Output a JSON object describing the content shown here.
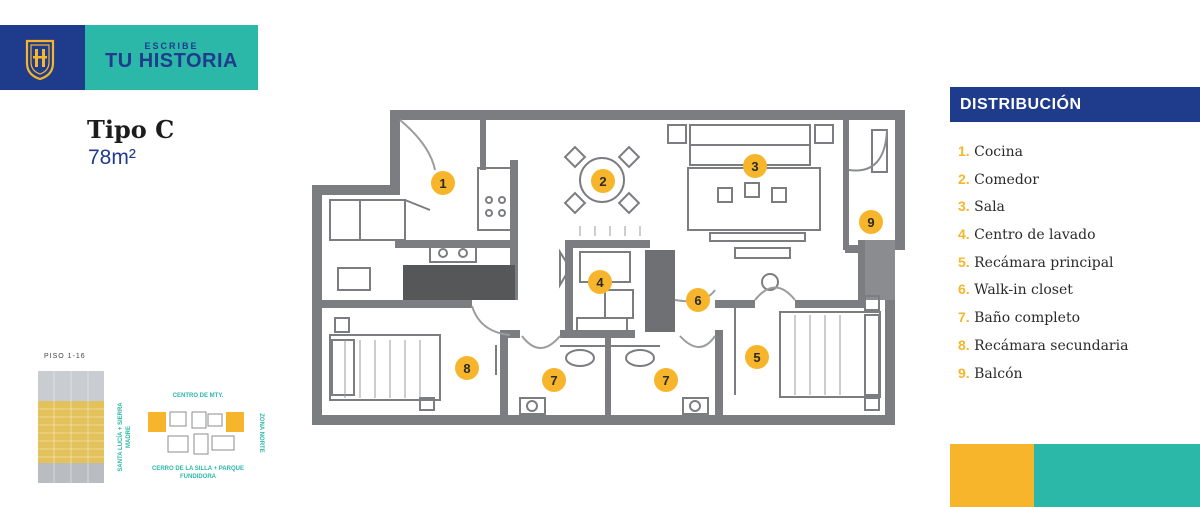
{
  "brand": {
    "small": "ESCRIBE",
    "big": "TU HISTORIA"
  },
  "unit": {
    "type": "Tipo C",
    "area": "78m²"
  },
  "distribution": {
    "title": "DISTRIBUCIÓN",
    "items": [
      {
        "num": "1.",
        "label": "Cocina"
      },
      {
        "num": "2.",
        "label": "Comedor"
      },
      {
        "num": "3.",
        "label": "Sala"
      },
      {
        "num": "4.",
        "label": "Centro de lavado"
      },
      {
        "num": "5.",
        "label": "Recámara principal"
      },
      {
        "num": "6.",
        "label": "Walk-in closet"
      },
      {
        "num": "7.",
        "label": "Baño completo"
      },
      {
        "num": "8.",
        "label": "Recámara secundaria"
      },
      {
        "num": "9.",
        "label": "Balcón"
      }
    ]
  },
  "plan_markers": [
    "1",
    "2",
    "3",
    "4",
    "5",
    "6",
    "7",
    "8",
    "7",
    "9"
  ],
  "floor_label": "PISO 1-16",
  "location_map": {
    "top": "CENTRO DE MTY.",
    "left": "SANTA LUCÍA + SIERRA MADRE",
    "right": "ZONA NORTE",
    "bottom": "CERRO DE LA SILLA + PARQUE FUNDIDORA"
  },
  "colors": {
    "navy": "#1f3b8c",
    "teal": "#2bb8a8",
    "gold": "#f6b52b",
    "wall": "#7b7d80"
  }
}
